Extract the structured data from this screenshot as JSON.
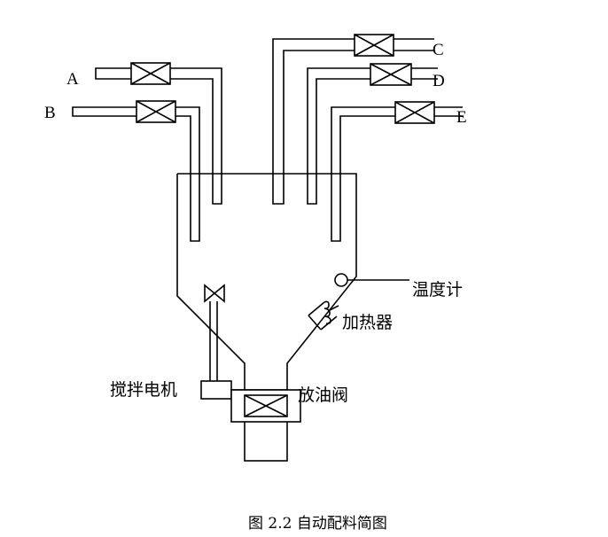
{
  "diagram": {
    "inlets": [
      "A",
      "B",
      "C",
      "D",
      "E"
    ],
    "labels": {
      "thermometer": "温度计",
      "heater": "加热器",
      "stirrer_motor": "搅拌电机",
      "drain_valve": "放油阀"
    },
    "caption": "图 2.2  自动配料简图"
  }
}
